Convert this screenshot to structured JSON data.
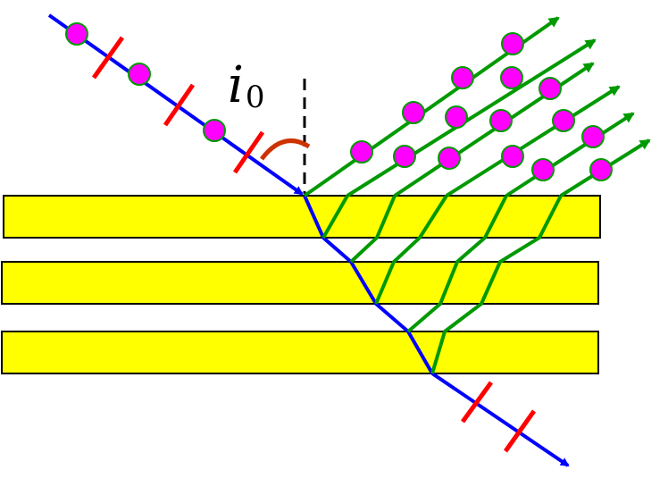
{
  "diagram": {
    "angle_label": "i",
    "angle_subscript": "0"
  },
  "colors": {
    "background": "#ffffff",
    "plate_fill": "#ffff00",
    "plate_stroke": "#000000",
    "incident_and_transmitted_ray": "#0000ff",
    "reflected_rays": "#009900",
    "perpendicular_polarization_dots": "#ff00ff",
    "parallel_polarization_ticks": "#ff0000",
    "angle_arc": "#cc3300",
    "normal_line": "#000000"
  },
  "icons": {
    "dot": "perpendicular-polarization-dot",
    "tick": "parallel-polarization-tick",
    "arrow": "arrow-head"
  }
}
